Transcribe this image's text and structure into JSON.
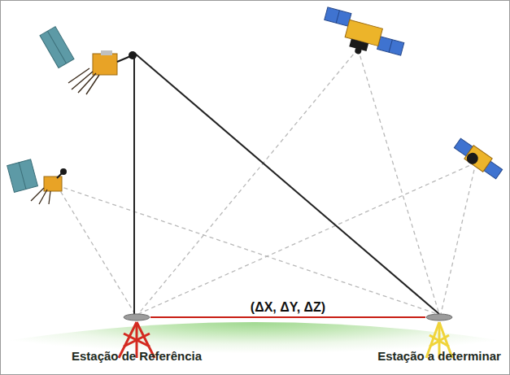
{
  "diagram": {
    "nodes": [
      {
        "text": [
          "Estação de Referência"
        ]
      },
      {
        "text": [
          "Estação a determinar"
        ]
      }
    ],
    "edges": [
      {
        "from": 0,
        "to": 1,
        "arrow": "none",
        "label": "(ΔX, ΔY, ΔZ)"
      }
    ]
  }
}
